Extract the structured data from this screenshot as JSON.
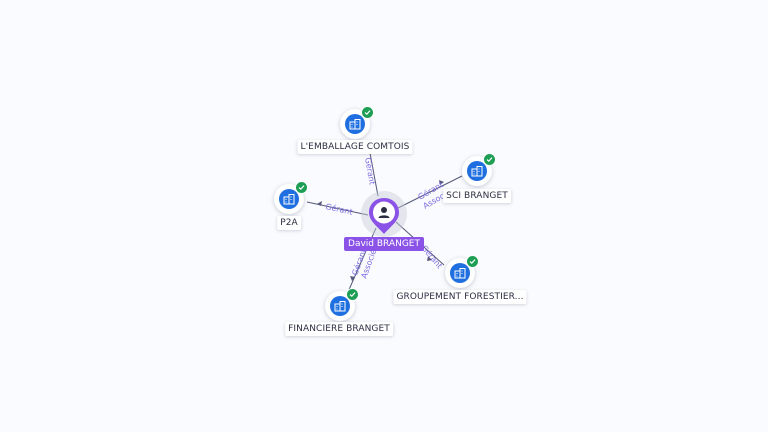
{
  "center": {
    "name": "David BRANGET",
    "icon": "person-icon",
    "color": "#8a52e6"
  },
  "companies": [
    {
      "id": "emballage",
      "label": "L'EMBALLAGE COMTOIS",
      "verified": true
    },
    {
      "id": "sci",
      "label": "SCI BRANGET",
      "verified": true
    },
    {
      "id": "p2a",
      "label": "P2A",
      "verified": true
    },
    {
      "id": "groupement",
      "label": "GROUPEMENT FORESTIER...",
      "verified": true
    },
    {
      "id": "financiere",
      "label": "FINANCIERE BRANGET",
      "verified": true
    }
  ],
  "relations": [
    {
      "to": "emballage",
      "labels": [
        "Gérant"
      ]
    },
    {
      "to": "sci",
      "labels": [
        "Gérant",
        "Associé"
      ]
    },
    {
      "to": "p2a",
      "labels": [
        "Gérant"
      ]
    },
    {
      "to": "groupement",
      "labels": [
        "Gérant"
      ]
    },
    {
      "to": "financiere",
      "labels": [
        "Gérant",
        "Associé"
      ]
    }
  ],
  "styles": {
    "company_color": "#1f6fe0",
    "verified_color": "#1e9e55",
    "edge_label_color": "#7b6ee0",
    "company_icon": "building-icon",
    "verified_icon": "check-icon"
  }
}
